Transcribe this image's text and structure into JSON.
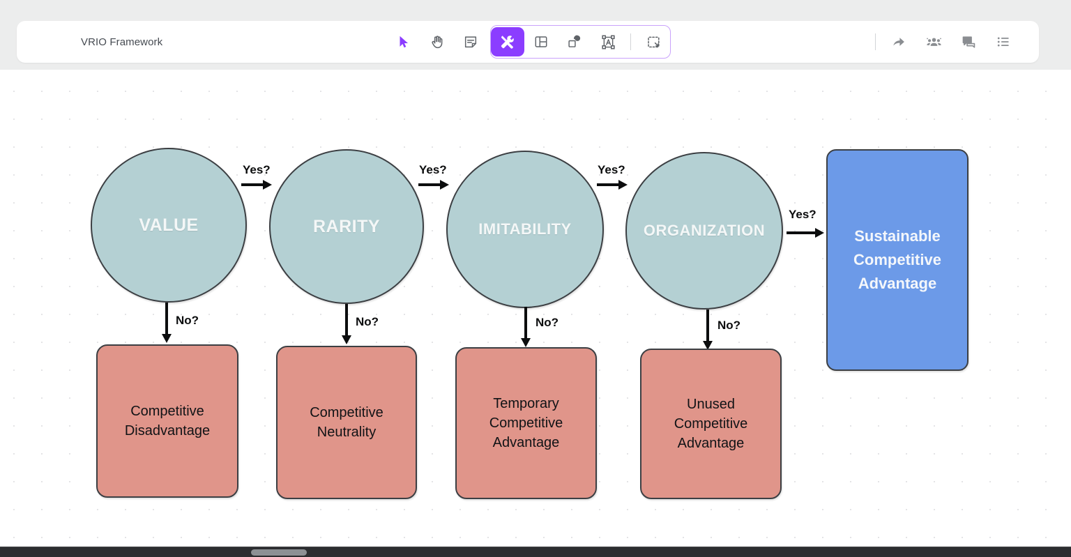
{
  "app": {
    "title": "VRIO Framework",
    "accent_purple": "#8b3dff",
    "band_bg": "#eceded"
  },
  "toolbar": {
    "center_tools": [
      {
        "name": "select-cursor-icon",
        "label": "Select",
        "active": false
      },
      {
        "name": "hand-pan-icon",
        "label": "Hand",
        "active": false
      },
      {
        "name": "sticky-note-icon",
        "label": "Sticky note",
        "active": false
      },
      {
        "name": "tools-icon",
        "label": "Tools",
        "active": true
      },
      {
        "name": "frame-layout-icon",
        "label": "Frame",
        "active": false
      },
      {
        "name": "shapes-icon",
        "label": "Shapes",
        "active": false
      },
      {
        "name": "text-box-icon",
        "label": "Text",
        "active": false
      },
      {
        "name": "marquee-select-icon",
        "label": "Marquee select",
        "active": false
      }
    ],
    "right_tools": [
      {
        "name": "share-arrow-icon",
        "label": "Share"
      },
      {
        "name": "collaborators-icon",
        "label": "Collaborators"
      },
      {
        "name": "comments-icon",
        "label": "Comments"
      },
      {
        "name": "list-menu-icon",
        "label": "Menu"
      }
    ]
  },
  "diagram": {
    "type": "flowchart",
    "circle_fill": "#b4d0d3",
    "circle_stroke": "#3c3f43",
    "redbox_fill": "#e0958a",
    "bluebox_fill": "#6c9ae8",
    "stages": [
      {
        "id": "value",
        "label": "VALUE"
      },
      {
        "id": "rarity",
        "label": "RARITY"
      },
      {
        "id": "imitability",
        "label": "IMITABILITY"
      },
      {
        "id": "organization",
        "label": "ORGANIZATION"
      }
    ],
    "yes_labels": [
      "Yes?",
      "Yes?",
      "Yes?",
      "Yes?"
    ],
    "no_labels": [
      "No?",
      "No?",
      "No?",
      "No?"
    ],
    "outcomes_negative": [
      {
        "id": "competitive-disadvantage",
        "line1": "Competitive",
        "line2": "Disadvantage",
        "line3": ""
      },
      {
        "id": "competitive-neutrality",
        "line1": "Competitive",
        "line2": "Neutrality",
        "line3": ""
      },
      {
        "id": "temporary-competitive-advantage",
        "line1": "Temporary",
        "line2": "Competitive",
        "line3": "Advantage"
      },
      {
        "id": "unused-competitive-advantage",
        "line1": "Unused",
        "line2": "Competitive",
        "line3": "Advantage"
      }
    ],
    "outcome_positive": {
      "id": "sustainable-competitive-advantage",
      "line1": "Sustainable",
      "line2": "Competitive",
      "line3": "Advantage"
    }
  }
}
